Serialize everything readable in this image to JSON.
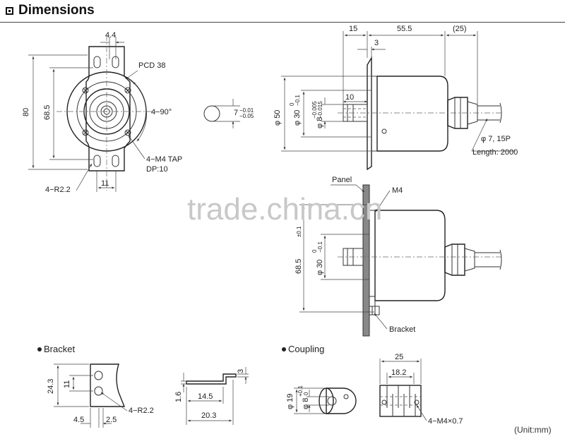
{
  "header": {
    "title": "Dimensions"
  },
  "front_view": {
    "dim_top": "4.4",
    "dim_height": "80",
    "dim_inner": "68.5",
    "pcd": "PCD 38",
    "angle": "4−90°",
    "tap": "4−M4 TAP",
    "depth": "DP:10",
    "radius": "4−R2.2",
    "dim_bottom": "11"
  },
  "shaft_detail": {
    "dia": "7",
    "tol_upper": "−0.01",
    "tol_lower": "−0.05"
  },
  "side_view": {
    "dim_a": "15",
    "dim_b": "55.5",
    "dim_c": "(25)",
    "dim_d": "3",
    "dim_e": "10",
    "dia_body": "φ 50",
    "dia_flange": "φ 30",
    "dia_flange_tol_upper": "0",
    "dia_flange_tol_lower": "−0.1",
    "dia_shaft": "φ 8",
    "dia_shaft_tol_upper": "−0.005",
    "dia_shaft_tol_lower": "−0.015",
    "cable": "φ 7, 15P",
    "length": "Length: 2000"
  },
  "panel_view": {
    "panel": "Panel",
    "screw": "M4",
    "dim_height": "68.5",
    "dim_height_tol": "±0.1",
    "dia": "φ 30",
    "dia_tol_upper": "0",
    "dia_tol_lower": "−0.1",
    "bracket": "Bracket"
  },
  "bracket": {
    "heading": "Bracket",
    "dim_h": "24.3",
    "dim_slot": "11",
    "dim_a": "4.5",
    "dim_b": "2.5",
    "radius": "4−R2.2",
    "dim_t": "1.6",
    "dim_s": "3",
    "dim_w1": "14.5",
    "dim_w2": "20.3"
  },
  "coupling": {
    "heading": "Coupling",
    "dia_outer": "φ 19",
    "dia_inner": "φ 8",
    "dia_inner_tol_upper": "+0.1",
    "dia_inner_tol_lower": "0",
    "length": "25",
    "inner_length": "18.2",
    "screws": "4−M4×0.7"
  },
  "watermark": "trade.china.cn",
  "unit": "(Unit:mm)"
}
